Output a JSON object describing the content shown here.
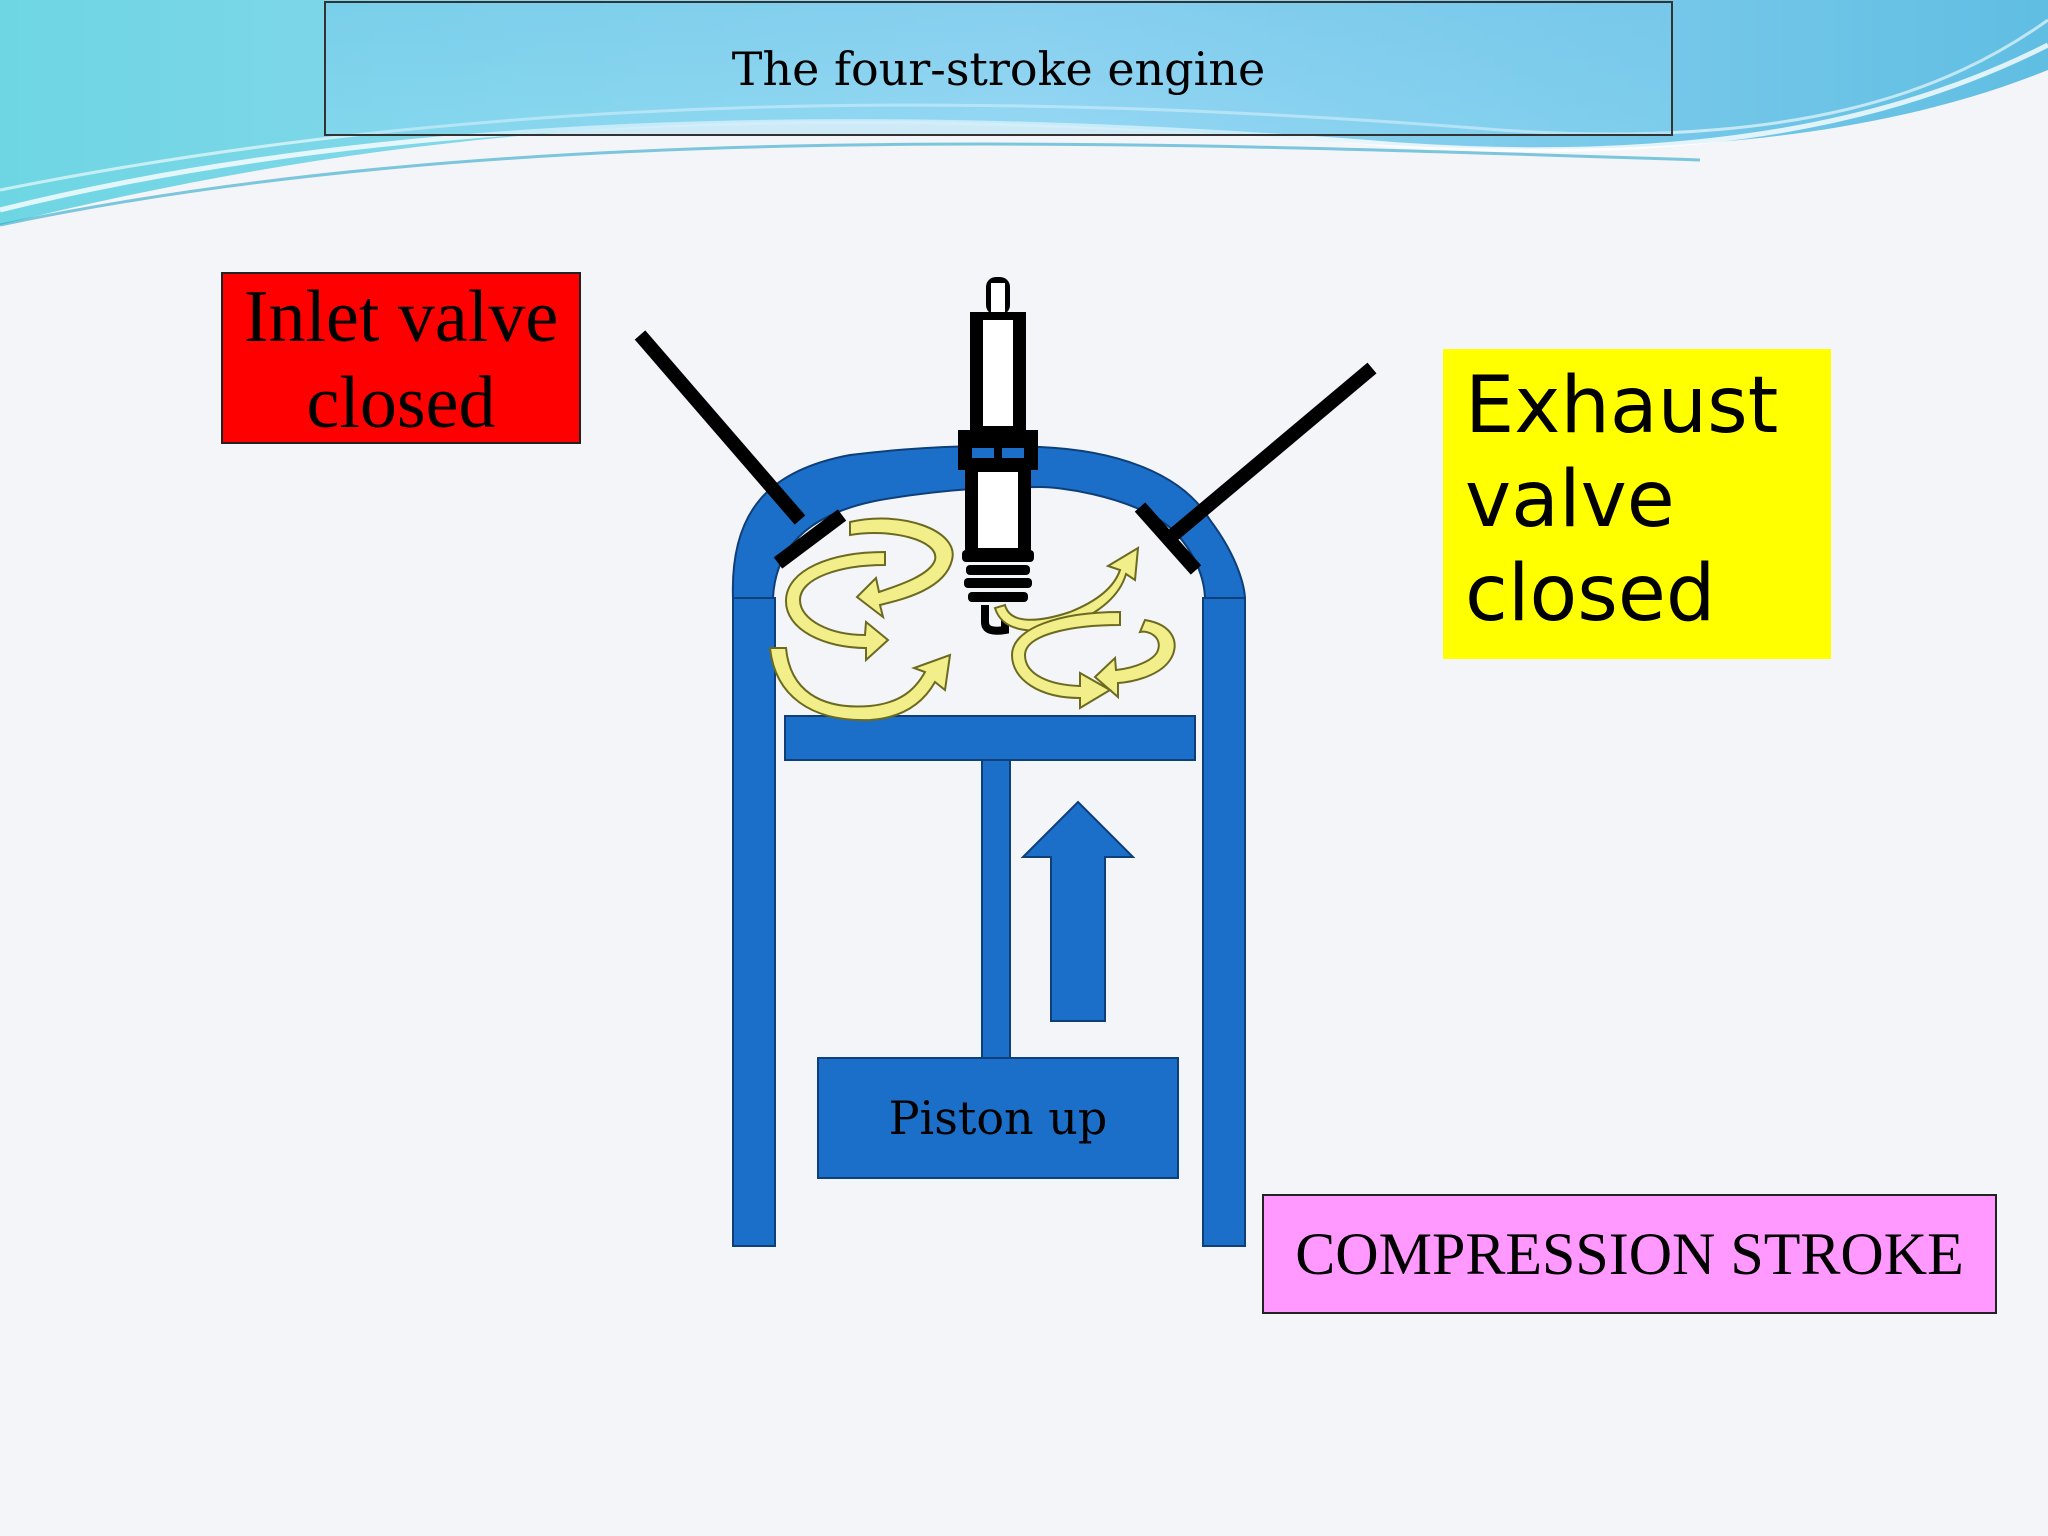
{
  "title": "The four-stroke engine",
  "labels": {
    "inlet": "Inlet valve\nclosed",
    "exhaust": "Exhaust\nvalve\nclosed",
    "piston": "Piston up",
    "stroke": "COMPRESSION STROKE"
  },
  "colors": {
    "cylinder": "#1c6fc9",
    "inlet_bg": "#ff0000",
    "exhaust_bg": "#ffff00",
    "stroke_bg": "#ff99ff",
    "swirl": "#f2ef8a"
  }
}
